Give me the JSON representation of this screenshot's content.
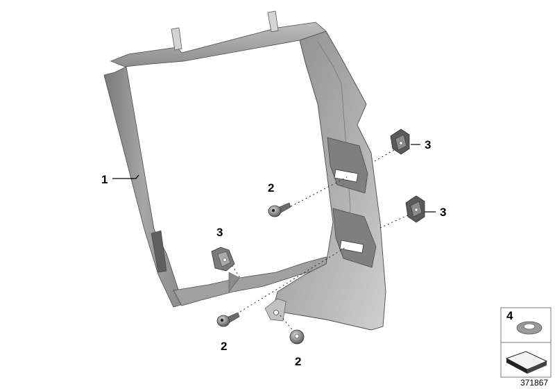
{
  "callouts": {
    "frame": "1",
    "screw_left": "2",
    "screw_bottom_left": "2",
    "screw_bottom_right": "2",
    "clip_upper_right": "3",
    "clip_mid_right": "3",
    "clip_left": "3"
  },
  "legend": {
    "washer_label": "4"
  },
  "diagram_number": "371867",
  "colors": {
    "part_fill": "#8f8f8f",
    "part_dark": "#6e6e6e",
    "part_light": "#b4b4b4",
    "outline": "#4a4a4a"
  }
}
